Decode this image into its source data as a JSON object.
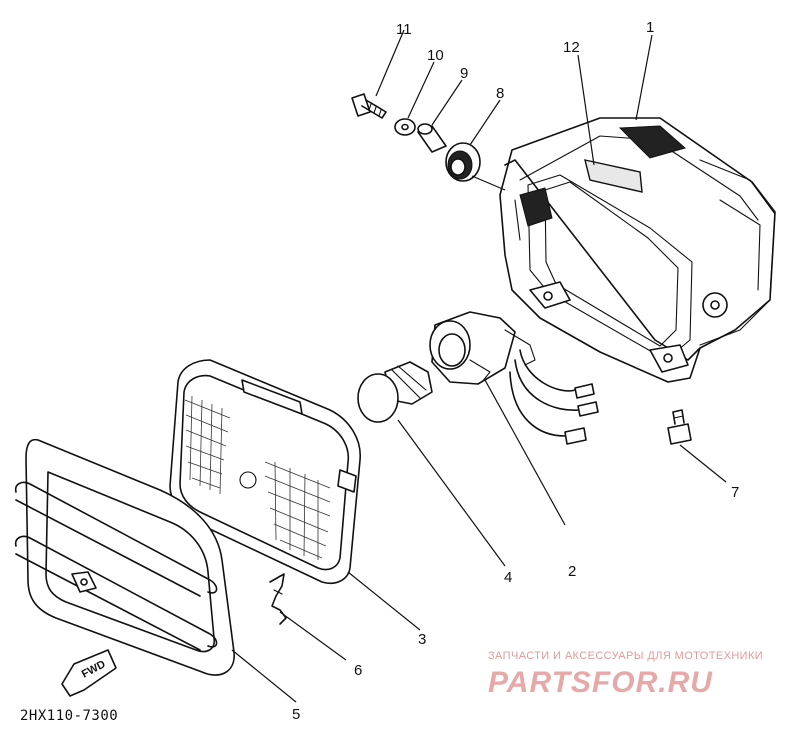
{
  "callouts": [
    {
      "id": "1",
      "label": "1"
    },
    {
      "id": "2",
      "label": "2"
    },
    {
      "id": "3",
      "label": "3"
    },
    {
      "id": "4",
      "label": "4"
    },
    {
      "id": "5",
      "label": "5"
    },
    {
      "id": "6",
      "label": "6"
    },
    {
      "id": "7",
      "label": "7"
    },
    {
      "id": "8",
      "label": "8"
    },
    {
      "id": "9",
      "label": "9"
    },
    {
      "id": "10",
      "label": "10"
    },
    {
      "id": "11",
      "label": "11"
    },
    {
      "id": "12",
      "label": "12"
    }
  ],
  "diagram_code": "2HX110-7300",
  "direction_tag": "FWD",
  "watermark": {
    "tagline": "ЗАПЧАСТИ И АКСЕССУАРЫ ДЛЯ МОТОТЕХНИКИ",
    "brand": "PARTSFOR.RU",
    "color": "#e39a9a"
  }
}
